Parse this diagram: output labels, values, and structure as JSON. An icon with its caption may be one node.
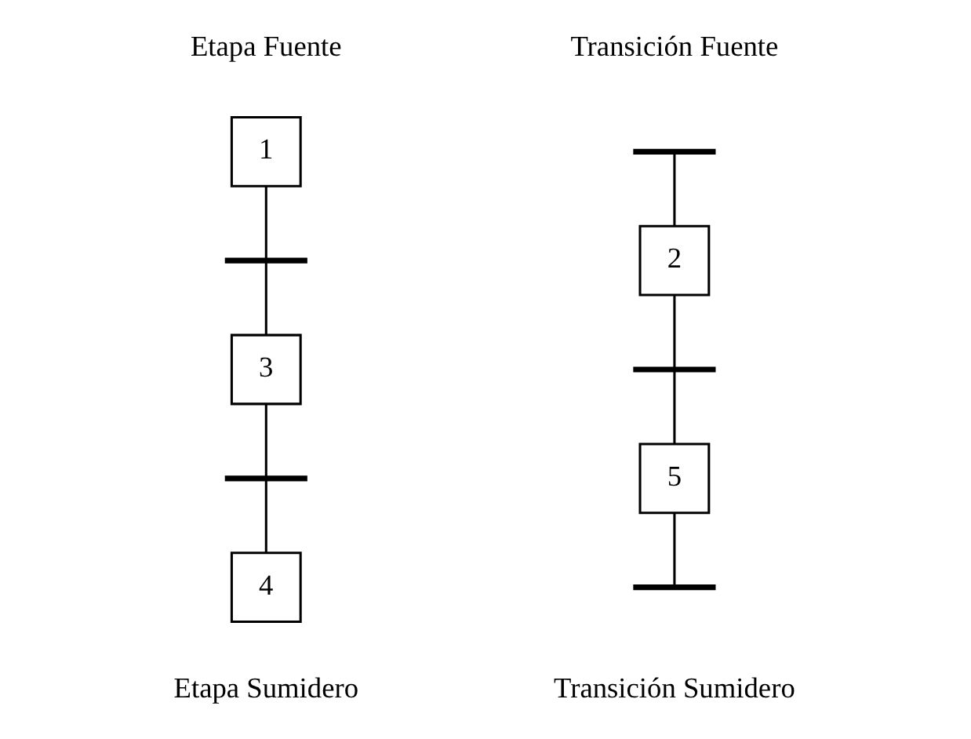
{
  "diagram": {
    "nodes": [
      {
        "text": [
          "1"
        ]
      },
      {
        "text": [],
        "shape": "bar"
      },
      {
        "text": [
          "3"
        ]
      },
      {
        "text": [],
        "shape": "bar"
      },
      {
        "text": [
          "4"
        ]
      },
      {
        "text": [],
        "shape": "bar"
      },
      {
        "text": [
          "2"
        ]
      },
      {
        "text": [],
        "shape": "bar"
      },
      {
        "text": [
          "5"
        ]
      },
      {
        "text": [],
        "shape": "bar"
      }
    ],
    "edges": [
      {
        "from": 0,
        "to": 1,
        "arrow": "none"
      },
      {
        "from": 1,
        "to": 2,
        "arrow": "none"
      },
      {
        "from": 2,
        "to": 3,
        "arrow": "none"
      },
      {
        "from": 3,
        "to": 4,
        "arrow": "none"
      },
      {
        "from": 5,
        "to": 6,
        "arrow": "none"
      },
      {
        "from": 6,
        "to": 7,
        "arrow": "none"
      },
      {
        "from": 7,
        "to": 8,
        "arrow": "none"
      },
      {
        "from": 8,
        "to": 9,
        "arrow": "none"
      }
    ],
    "labels": [
      "Etapa Fuente",
      "Transición Fuente",
      "Etapa Sumidero",
      "Transición Sumidero"
    ]
  }
}
